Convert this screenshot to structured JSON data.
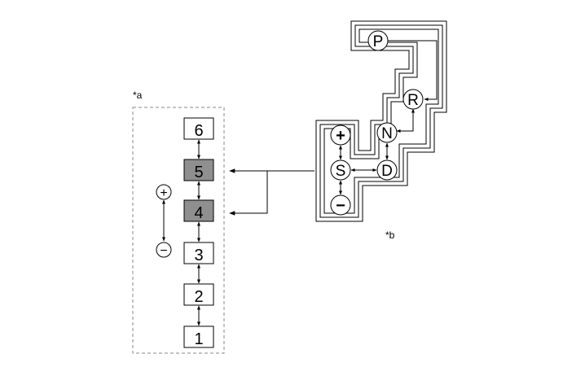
{
  "labels": {
    "a": "*a",
    "b": "*b"
  },
  "gears": {
    "g6": "6",
    "g5": "5",
    "g4": "4",
    "g3": "3",
    "g2": "2",
    "g1": "1"
  },
  "manual": {
    "plus": "+",
    "minus": "−"
  },
  "shifter": {
    "p": "P",
    "r": "R",
    "n": "N",
    "d": "D",
    "s": "S",
    "plus": "+",
    "minus": "−"
  },
  "colors": {
    "highlight_fill": "#8f8f8f",
    "line": "#000000",
    "dash_border": "#888888"
  }
}
